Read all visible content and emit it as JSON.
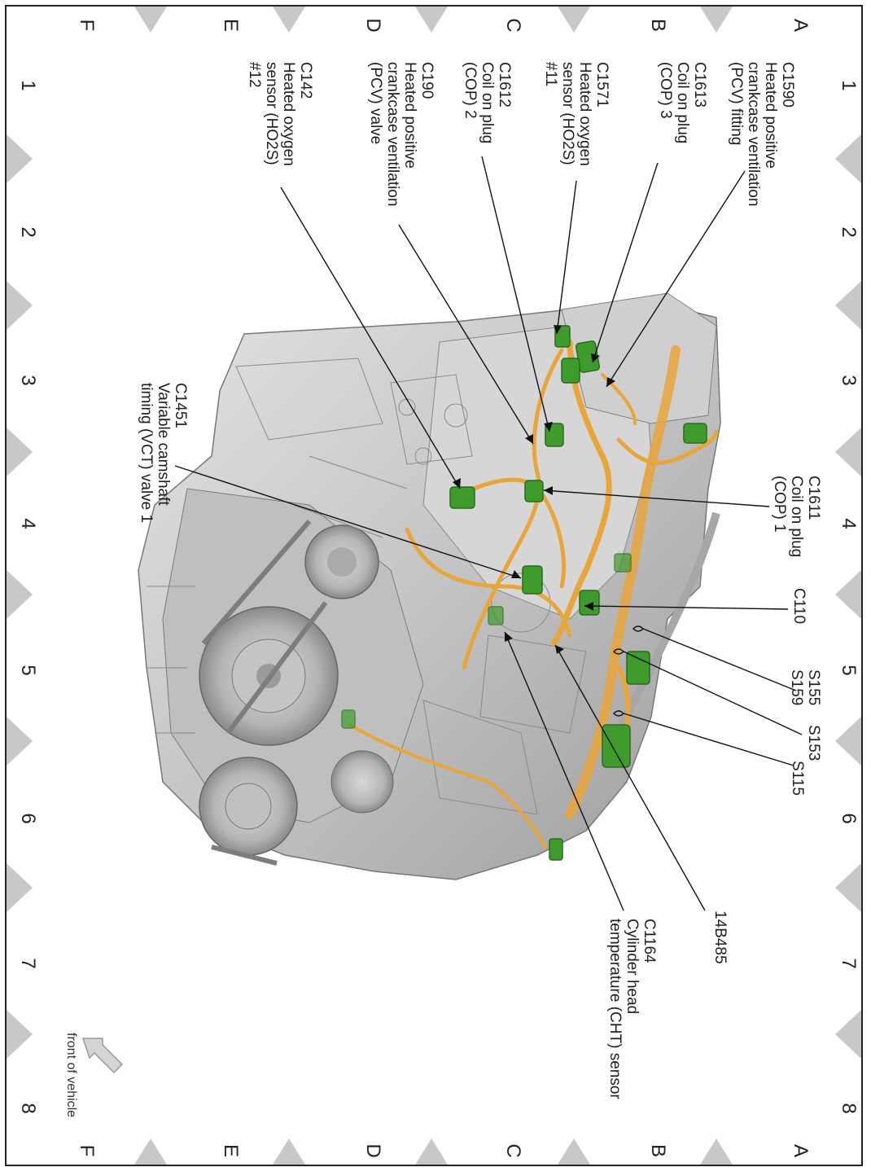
{
  "grid": {
    "rows": [
      "A",
      "B",
      "C",
      "D",
      "E",
      "F"
    ],
    "cols": [
      "1",
      "2",
      "3",
      "4",
      "5",
      "6",
      "7",
      "8"
    ]
  },
  "callouts": {
    "c1590": [
      "C1590",
      "Heated positive",
      "crankcase ventilation",
      "(PCV) fitting"
    ],
    "c1613": [
      "C1613",
      "Coil on plug",
      "(COP) 3"
    ],
    "c1571": [
      "C1571",
      "Heated oxygen",
      "sensor (HO2S)",
      "#11"
    ],
    "c1612": [
      "C1612",
      "Coil on plug",
      "(COP) 2"
    ],
    "c190": [
      "C190",
      "Heated positive",
      "crankcase ventilation",
      "(PCV) valve"
    ],
    "c142": [
      "C142",
      "Heated oxygen",
      "sensor (HO2S)",
      "#12"
    ],
    "c1451": [
      "C1451",
      "Variable camshaft",
      "timing (VCT) valve 1"
    ],
    "c1611": [
      "C1611",
      "Coil on plug",
      "(COP) 1"
    ],
    "c110": [
      "C110"
    ],
    "s155": [
      "S155",
      "S159"
    ],
    "s153": [
      "S153"
    ],
    "s115": [
      "S115"
    ],
    "b14b485": [
      "14B485"
    ],
    "c1164": [
      "C1164",
      "Cylinder head",
      "temperature (CHT) sensor"
    ]
  },
  "front_label": "front of vehicle",
  "colors": {
    "harness": "#e8a53a",
    "connector": "#3f9b2c",
    "engine": "#c9c9c9",
    "marker": "#c8c8c8"
  }
}
